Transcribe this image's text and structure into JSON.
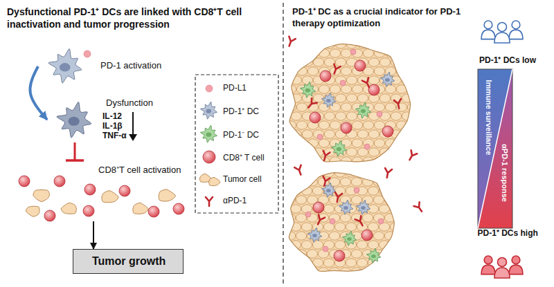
{
  "diagram": {
    "nodes": [
      {
        "text": [
          "PD-1 activation"
        ]
      },
      {
        "text": [
          "Dysfunction"
        ]
      },
      {
        "text": [
          "CD8⁺T cell activation"
        ]
      },
      {
        "text": [
          "Tumor growth"
        ]
      },
      {
        "text": [
          "PD-1⁺ DCs low"
        ]
      },
      {
        "text": [
          "PD-1⁺ DCs high"
        ]
      }
    ],
    "edges": [
      {
        "from": 0,
        "to": 1,
        "arrow": "to"
      },
      {
        "from": 1,
        "to": 2,
        "arrow": "none"
      },
      {
        "from": 2,
        "to": 3,
        "arrow": "to"
      }
    ],
    "labels": [
      "Dysfunctional PD-1⁺ DCs are linked with CD8⁺T cell inactivation and tumor progression",
      "PD-1⁺ DC as a crucial indicator for PD-1 therapy optimization",
      "IL-12",
      "IL-1β",
      "TNF-α",
      "Immune surveillance",
      "αPD-1 response"
    ],
    "legend": [
      {
        "text": "PD-L1"
      },
      {
        "text": "PD-1⁺ DC"
      },
      {
        "text": "PD-1⁻ DC"
      },
      {
        "text": "CD8⁺ T cell"
      },
      {
        "text": "Tumor cell"
      },
      {
        "text": "αPD-1"
      }
    ]
  }
}
